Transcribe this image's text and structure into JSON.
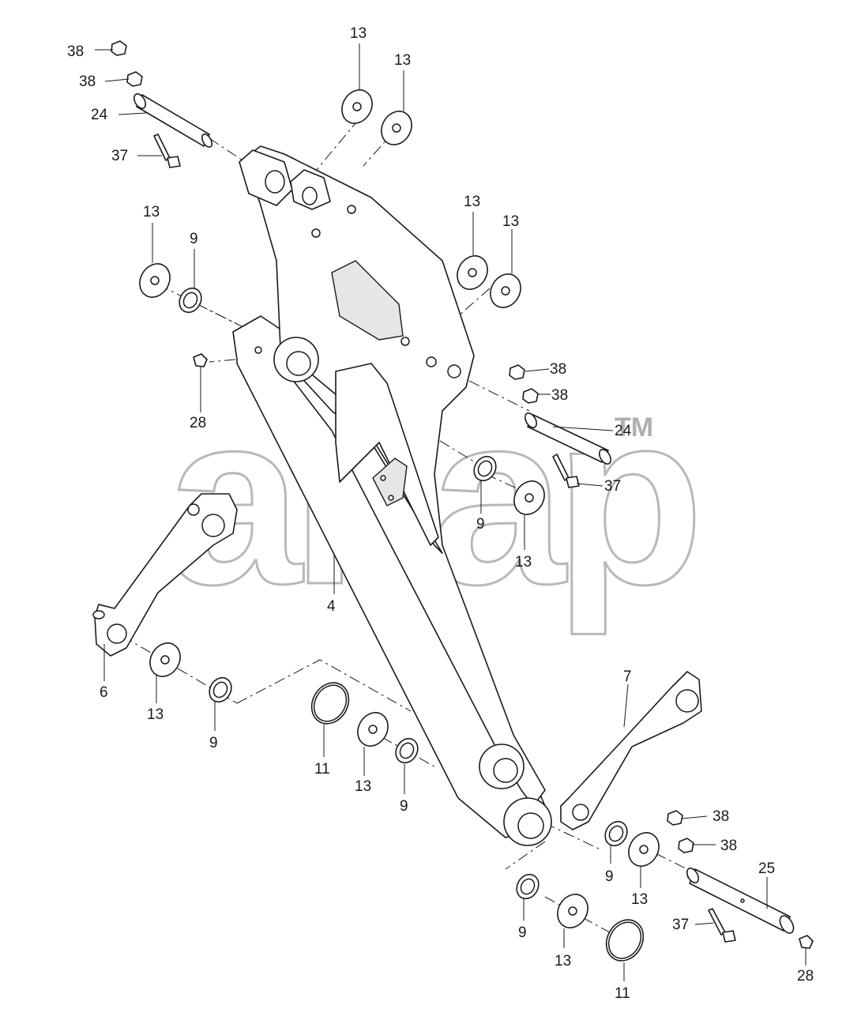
{
  "diagram": {
    "watermark": {
      "text": "anap",
      "trademark": "TM"
    },
    "callouts": {
      "c38a": "38",
      "c38b": "38",
      "c24a": "24",
      "c37a": "37",
      "c13a": "13",
      "c13b": "13",
      "c13c": "13",
      "c9a": "9",
      "c13d": "13",
      "c13e": "13",
      "c28a": "28",
      "c38c": "38",
      "c38d": "38",
      "c24b": "24",
      "c37b": "37",
      "c9b": "9",
      "c13f": "13",
      "c4": "4",
      "c6": "6",
      "c13g": "13",
      "c9c": "9",
      "c11a": "11",
      "c13h": "13",
      "c9d": "9",
      "c7": "7",
      "c38e": "38",
      "c38f": "38",
      "c9e": "9",
      "c13i": "13",
      "c25": "25",
      "c37c": "37",
      "c28b": "28",
      "c9f": "9",
      "c13j": "13",
      "c11b": "11"
    }
  }
}
